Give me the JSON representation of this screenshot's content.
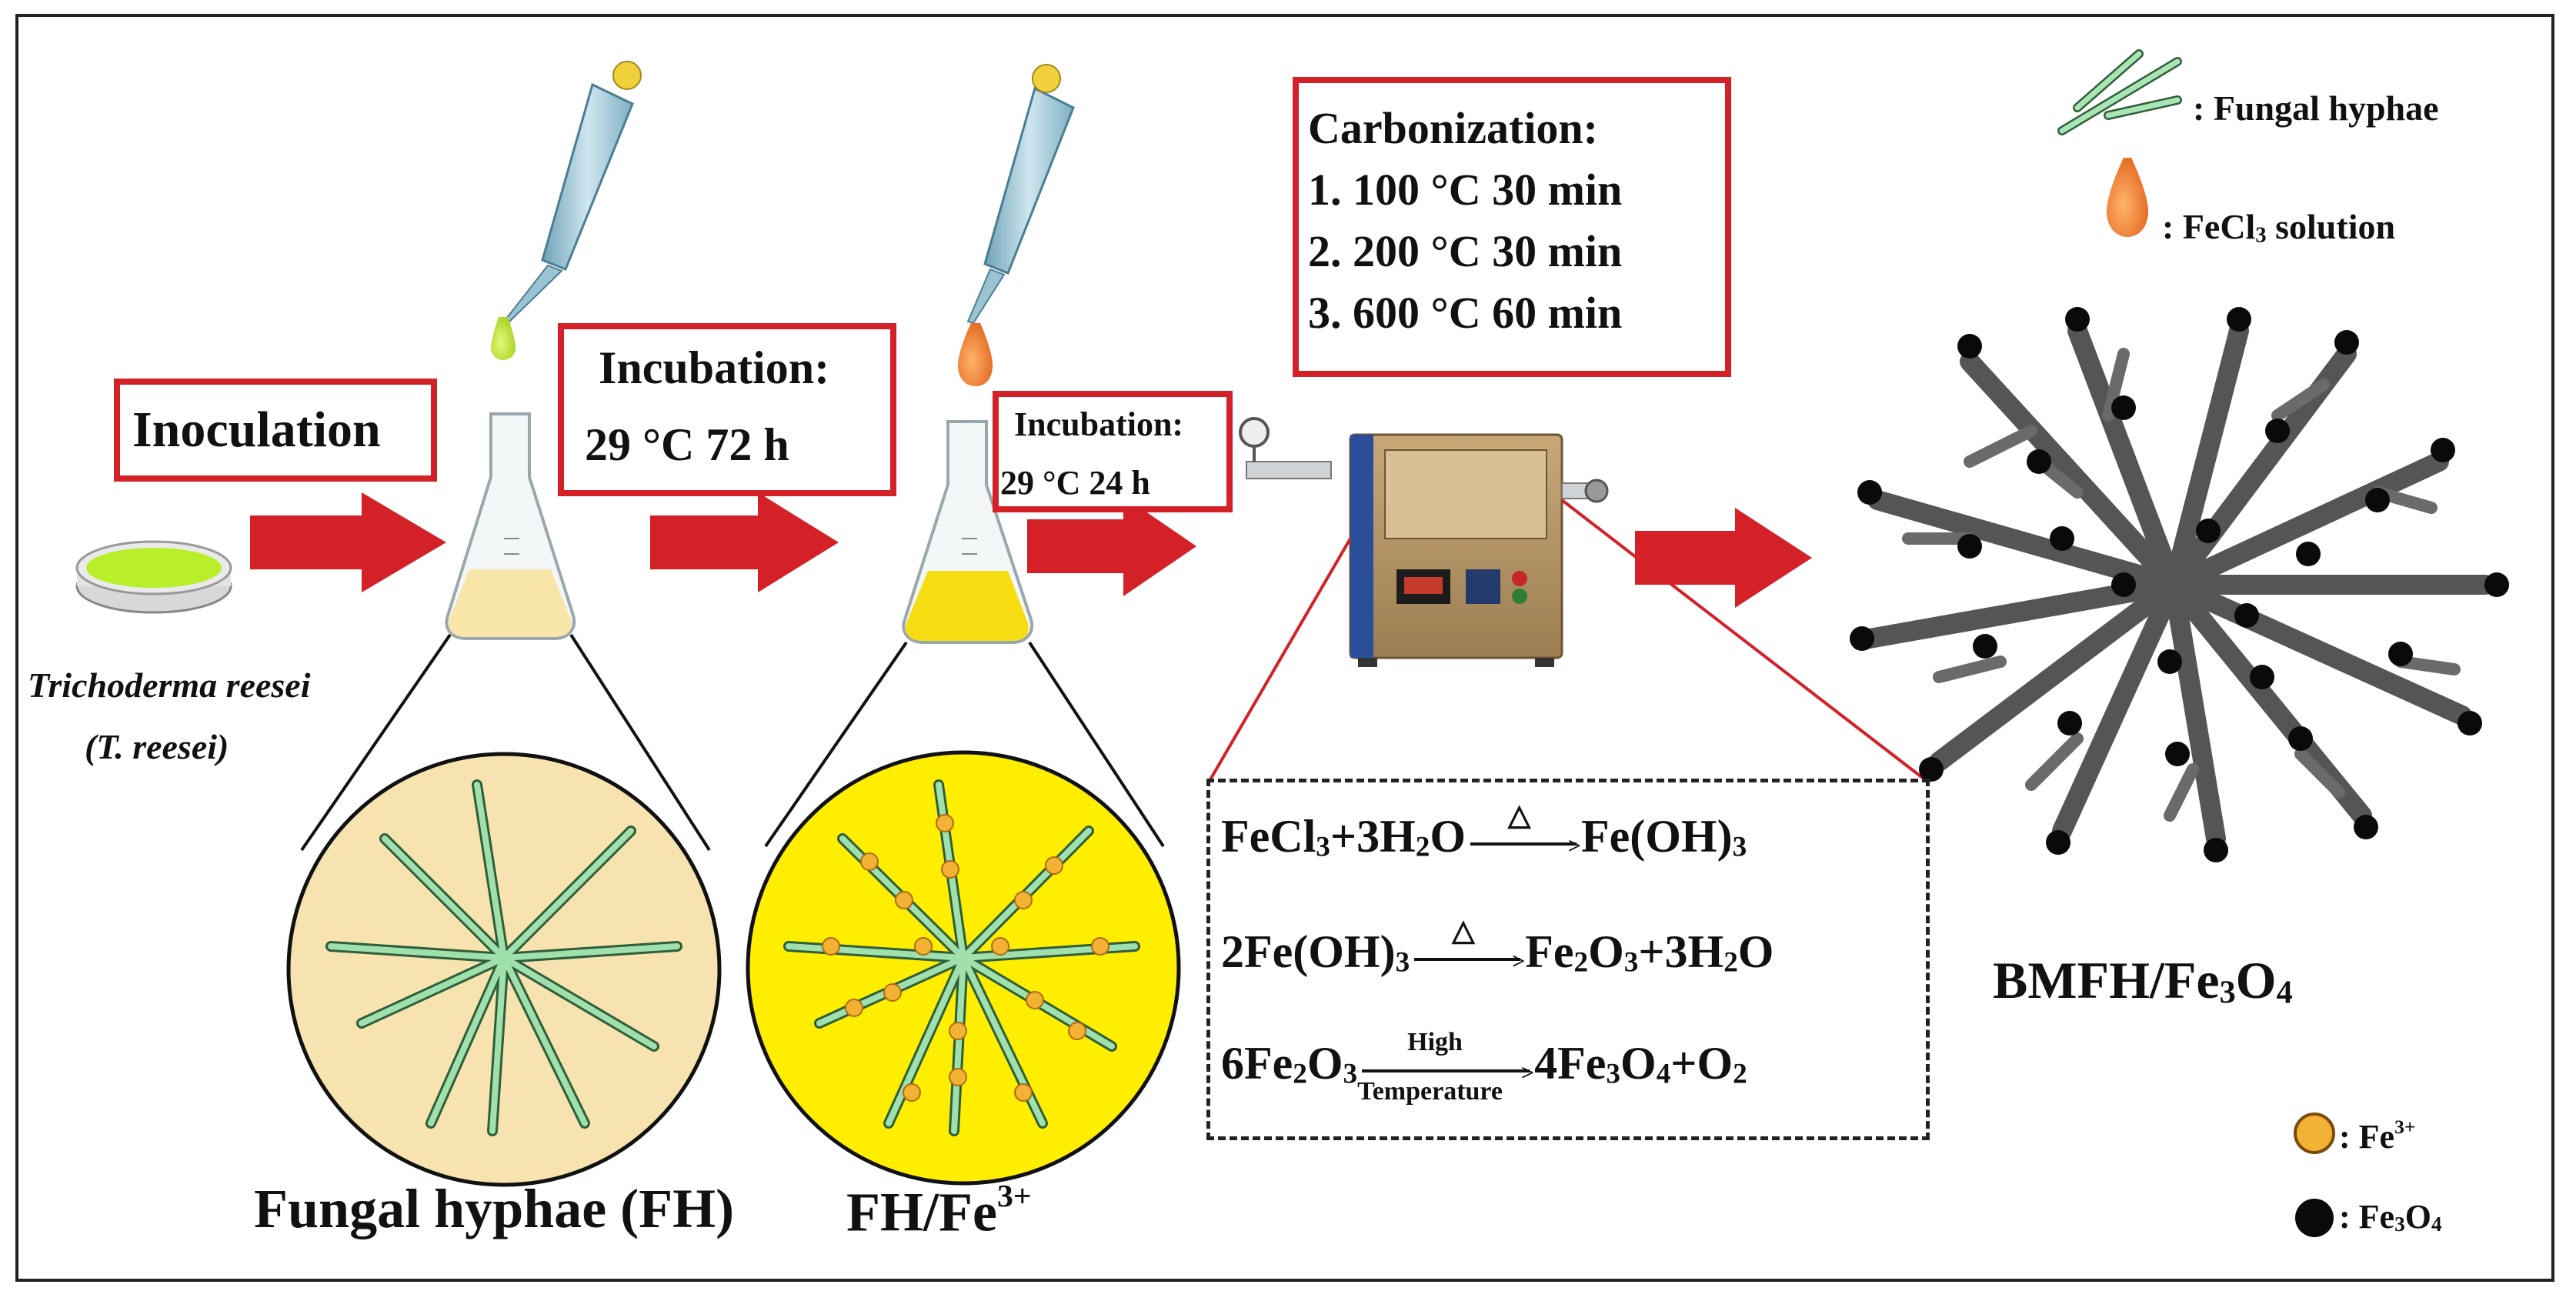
{
  "steps": {
    "inoculation": "Inoculation",
    "incubation1_title": "Incubation:",
    "incubation1_cond": "29 °C 72 h",
    "incubation2_title": "Incubation:",
    "incubation2_cond": "29 °C 24 h",
    "carbonization_title": "Carbonization:",
    "carbonization_steps": [
      "1. 100 °C 30 min",
      "2. 200 °C 30 min",
      "3. 600 °C 60 min"
    ]
  },
  "organism": {
    "name": "Trichoderma reesei",
    "abbr": "(T. reesei)"
  },
  "labels": {
    "fh": "Fungal hyphae (FH)",
    "fh_fe_prefix": "FH/Fe",
    "fh_fe_sup": "3+",
    "product_prefix": "BMFH/Fe",
    "product_sub1": "3",
    "product_mid": "O",
    "product_sub2": "4"
  },
  "legend": {
    "hyphae": ": Fungal hyphae",
    "fecl3_prefix": ": FeCl",
    "fecl3_sub": "3",
    "fecl3_suffix": " solution",
    "fe3_prefix": ": Fe",
    "fe3_sup": "3+",
    "fe3o4_prefix": ": Fe",
    "fe3o4_sub1": "3",
    "fe3o4_mid": "O",
    "fe3o4_sub2": "4"
  },
  "equations": {
    "eq3_above": "High",
    "eq3_below": "Temperature"
  },
  "colors": {
    "accent_red": "#d42027",
    "hyphae_green": "#8fd6a0",
    "fe3_orange": "#f2b233",
    "fe3o4_black": "#0a0a0a",
    "dish_green": "#b8ef2a",
    "yellow_bg": "#ffee00",
    "beige_bg": "#f7e3b0"
  }
}
